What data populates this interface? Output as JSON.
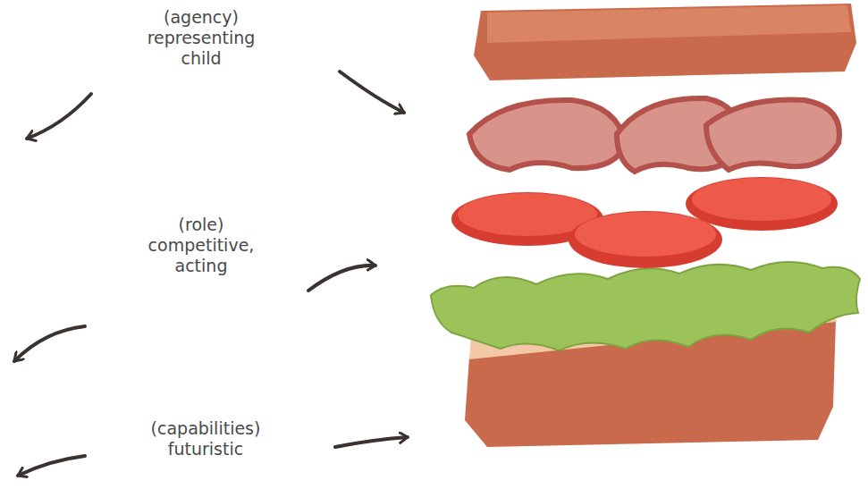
{
  "diagram": {
    "labels": [
      "(agency) representing child",
      "(role) competitive, acting",
      "(capabilities) futuristic"
    ]
  }
}
